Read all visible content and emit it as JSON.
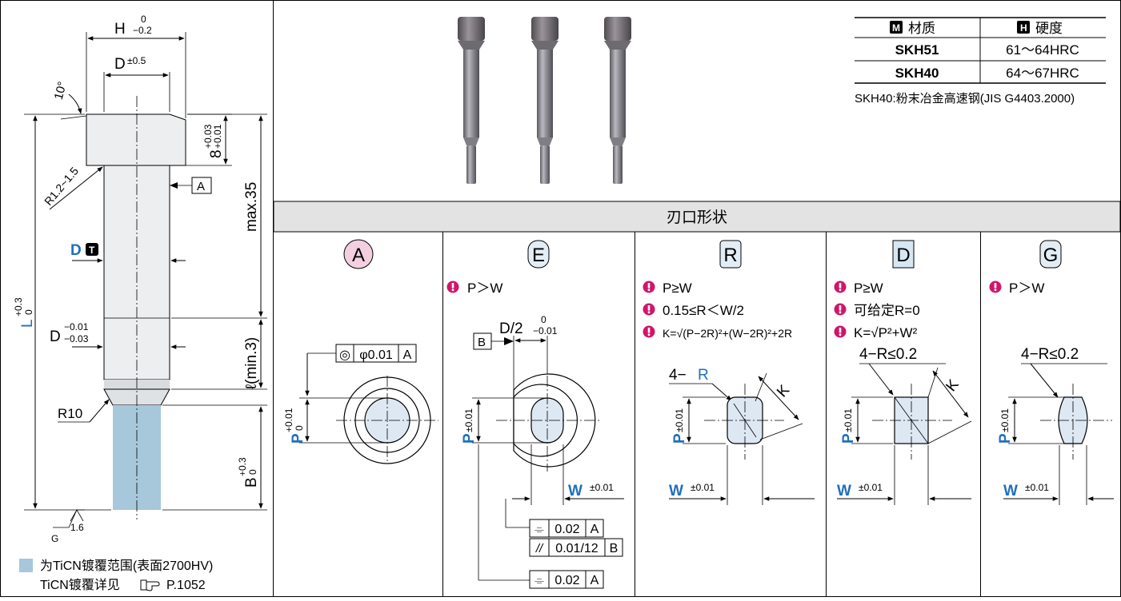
{
  "left_panel": {
    "dim_h": "H",
    "dim_h_tol_upper": "0",
    "dim_h_tol_lower": "−0.2",
    "dim_d_head": "D",
    "dim_d_head_tol": "±0.5",
    "angle": "10°",
    "head_thickness": "8",
    "head_thickness_tol_upper": "+0.03",
    "head_thickness_tol_lower": "+0.01",
    "fillet": "R1.2~1.5",
    "datum_a": "A",
    "max_len": "max.35",
    "d_t_label": "D",
    "t_badge": "T",
    "dim_l": "L",
    "dim_l_tol_upper": "+0.3",
    "dim_l_tol_lower": "0",
    "dim_d_shank": "D",
    "dim_d_shank_tol_upper": "−0.01",
    "dim_d_shank_tol_lower": "−0.03",
    "ell_label": "ℓ(min.3)",
    "r10": "R10",
    "dim_b": "B",
    "dim_b_tol_upper": "+0.3",
    "dim_b_tol_lower": "0",
    "roughness": "1.6",
    "g_label": "G",
    "legend_line1": "为TiCN镀覆范围(表面2700HV)",
    "legend_line2": "TiCN镀覆详见",
    "legend_page": "P.1052",
    "hand_icon": "pointing-hand-icon",
    "coat_color": "#a7c7db"
  },
  "material_table": {
    "m_badge": "M",
    "material_header": "材质",
    "h_badge": "H",
    "hardness_header": "硬度",
    "rows": [
      {
        "material": "SKH51",
        "hardness": "61～64HRC"
      },
      {
        "material": "SKH40",
        "hardness": "64～67HRC"
      }
    ],
    "note": "SKH40:粉末冶金高速钢(JIS G4403.2000)"
  },
  "section_header": "刃口形状",
  "shapes": {
    "A": {
      "label": "A",
      "tol_symbol": "◎",
      "tol_value": "φ0.01",
      "tol_ref": "A",
      "p": "P",
      "p_tol_upper": "+0.01",
      "p_tol_lower": "0",
      "label_bg": "#f3cfe0"
    },
    "E": {
      "label": "E",
      "cond1": "P＞W",
      "dim_d2": "D/2",
      "dim_d2_tol_upper": "0",
      "dim_d2_tol_lower": "−0.01",
      "datum_b": "B",
      "p": "P",
      "p_tol": "±0.01",
      "w": "W",
      "w_tol": "±0.01",
      "fcf1_sym": "⌯",
      "fcf1_val": "0.02",
      "fcf1_ref": "A",
      "fcf2_sym": "//",
      "fcf2_val": "0.01/12",
      "fcf2_ref": "B",
      "fcf3_sym": "⌯",
      "fcf3_val": "0.02",
      "fcf3_ref": "A",
      "label_bg": "#e3edf5"
    },
    "R": {
      "label": "R",
      "cond1": "P≥W",
      "cond2": "0.15≤R＜W/2",
      "cond3": "K=√(P−2R)²+(W−2R)²+2R",
      "corner": "4−",
      "corner_r": "R",
      "k": "K",
      "p": "P",
      "p_tol": "±0.01",
      "w": "W",
      "w_tol": "±0.01",
      "label_bg": "#e3edf5"
    },
    "D": {
      "label": "D",
      "cond1": "P≥W",
      "cond2": "可给定R=0",
      "cond3": "K=√P²+W²",
      "corner": "4−R≤0.2",
      "k": "K",
      "p": "P",
      "p_tol": "±0.01",
      "w": "W",
      "w_tol": "±0.01",
      "label_bg": "#d6e6f3"
    },
    "G": {
      "label": "G",
      "cond1": "P＞W",
      "corner": "4−R≤0.2",
      "p": "P",
      "p_tol": "±0.01",
      "w": "W",
      "w_tol": "±0.01",
      "label_bg": "#e3edf5"
    }
  },
  "colors": {
    "blue_text": "#1f6fbf",
    "warn_pink": "#d0166a",
    "shape_fill": "#dde8f3",
    "pin_metal": "#8b8b90"
  }
}
